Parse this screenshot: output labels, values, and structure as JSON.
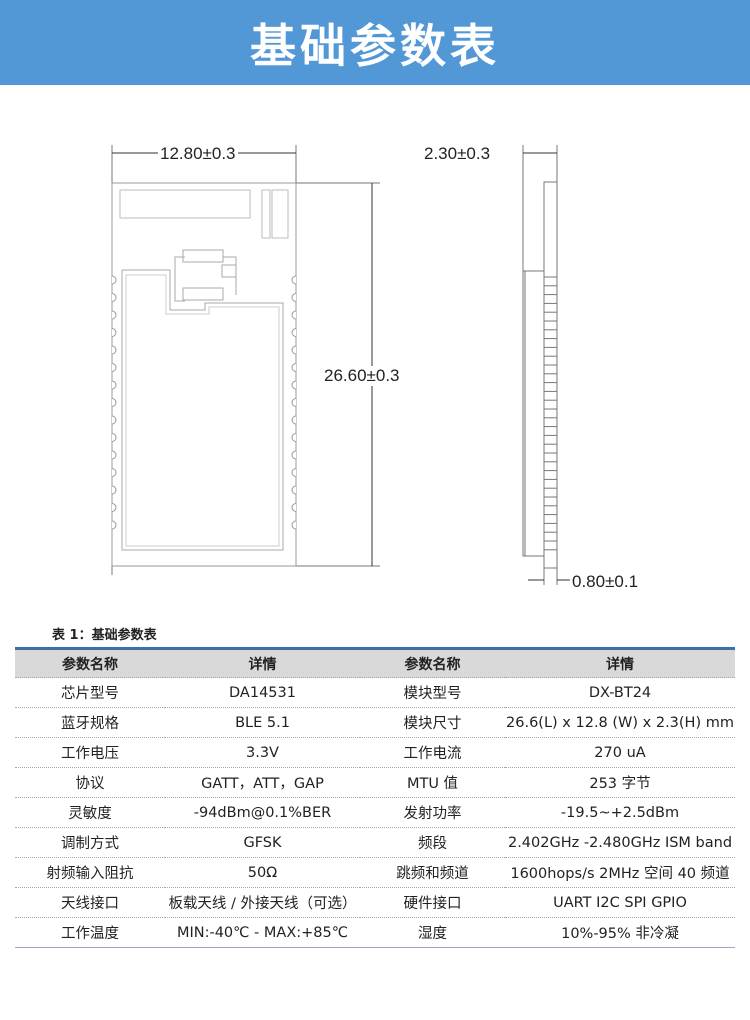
{
  "header": {
    "title": "基础参数表"
  },
  "drawing": {
    "width_dim": "12.80±0.3",
    "length_dim": "26.60±0.3",
    "height_dim": "2.30±0.3",
    "pcb_dim": "0.80±0.1"
  },
  "table": {
    "caption": "表 1：基础参数表",
    "headers": [
      "参数名称",
      "详情",
      "参数名称",
      "详情"
    ],
    "rows": [
      [
        "芯片型号",
        "DA14531",
        "模块型号",
        "DX-BT24"
      ],
      [
        "蓝牙规格",
        "BLE 5.1",
        "模块尺寸",
        "26.6(L) x 12.8 (W) x 2.3(H) mm"
      ],
      [
        "工作电压",
        "3.3V",
        "工作电流",
        "270 uA"
      ],
      [
        "协议",
        "GATT，ATT，GAP",
        "MTU 值",
        "253 字节"
      ],
      [
        "灵敏度",
        "-94dBm@0.1%BER",
        "发射功率",
        "-19.5~+2.5dBm"
      ],
      [
        "调制方式",
        "GFSK",
        "频段",
        "2.402GHz -2.480GHz ISM band"
      ],
      [
        "射频输入阻抗",
        "50Ω",
        "跳频和频道",
        "1600hops/s 2MHz 空间  40 频道"
      ],
      [
        "天线接口",
        "板载天线 / 外接天线（可选）",
        "硬件接口",
        "UART I2C SPI GPIO"
      ],
      [
        "工作温度",
        "MIN:-40℃ - MAX:+85℃",
        "湿度",
        "10%-95%  非冷凝"
      ]
    ]
  }
}
